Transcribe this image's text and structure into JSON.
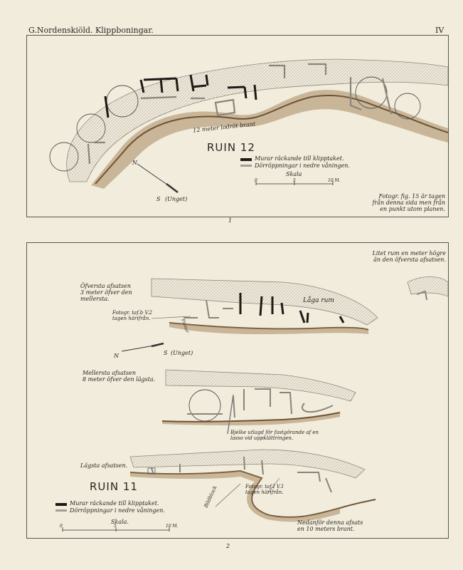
{
  "header": {
    "author_title": "G.Nordenskiöld. Klippboningar.",
    "plate_number": "IV"
  },
  "figure1": {
    "number": "1",
    "ruin_title": "RUIN 12",
    "cliff_label": "12 meter lodrät brant",
    "north_label": "N",
    "south_label": "S",
    "south_note": "(Unget)",
    "legend": {
      "walls": "Murar räckande till klipptaket.",
      "doors": "Dörröppningar i nedre våningen."
    },
    "scale": {
      "title": "Skala",
      "tick_0": "0",
      "tick_5": "5",
      "tick_10": "10 M."
    },
    "photo_note": [
      "Fotogr. fig. 15 är tagen",
      "från denna sida men från",
      "en punkt utom planen."
    ]
  },
  "figure2": {
    "number": "2",
    "ruin_title": "RUIN 11",
    "small_room_note": [
      "Litet rum en meter högre",
      "än den öfversta afsatsen."
    ],
    "upper_ledge": [
      "Öfversta afsatsen",
      "3 meter öfver den",
      "mellersta."
    ],
    "low_rooms": "Låga rum",
    "photo_note_top": [
      "Fotogr. taf.b V.2",
      "tagen härifrån."
    ],
    "peg_label": "Pinnar",
    "north_label": "N",
    "south_label": "S",
    "south_note": "(Unget)",
    "middle_ledge": [
      "Mellersta afsatsen",
      "8 meter öfver den lägsta."
    ],
    "beam_note": [
      "Bjelke utlagd för fastgörande af en",
      "lasso vid uppklättringen."
    ],
    "lowest_ledge": "Lägsta afsatsen.",
    "boulder_label": "Bildblock",
    "photo_note_bottom": [
      "Fotogr. taf.I V.1",
      "tagen härifrån."
    ],
    "legend": {
      "walls": "Murar räckande till klipptaket.",
      "doors": "Dörröppningar i nedre våningen."
    },
    "scale": {
      "title": "Skala.",
      "tick_0": "0",
      "tick_5": "5",
      "tick_10": "10 M."
    },
    "cliff_note": [
      "Nedanför denna afsats",
      "en 10 meters brant."
    ]
  },
  "colors": {
    "paper": "#f1ecdc",
    "ink": "#2a2620",
    "cliff_brown": "#8a6a44",
    "hatch": "#b9b3a8"
  }
}
